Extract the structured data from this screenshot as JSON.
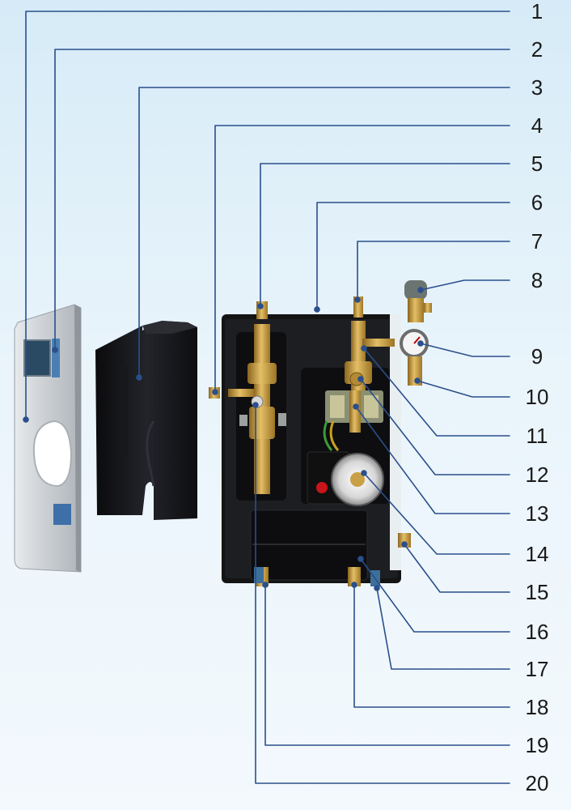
{
  "callouts": [
    {
      "number": "1"
    },
    {
      "number": "2"
    },
    {
      "number": "3"
    },
    {
      "number": "4"
    },
    {
      "number": "5"
    },
    {
      "number": "6"
    },
    {
      "number": "7"
    },
    {
      "number": "8"
    },
    {
      "number": "9"
    },
    {
      "number": "10"
    },
    {
      "number": "11"
    },
    {
      "number": "12"
    },
    {
      "number": "13"
    },
    {
      "number": "14"
    },
    {
      "number": "15"
    },
    {
      "number": "16"
    },
    {
      "number": "17"
    },
    {
      "number": "18"
    },
    {
      "number": "19"
    },
    {
      "number": "20"
    }
  ],
  "colors": {
    "leader_line": "#2a4f8c",
    "background": "#e2f1fa",
    "cabinet": "#151515",
    "brass": "#c99a3c",
    "controller_body": "#cfd3d6"
  }
}
